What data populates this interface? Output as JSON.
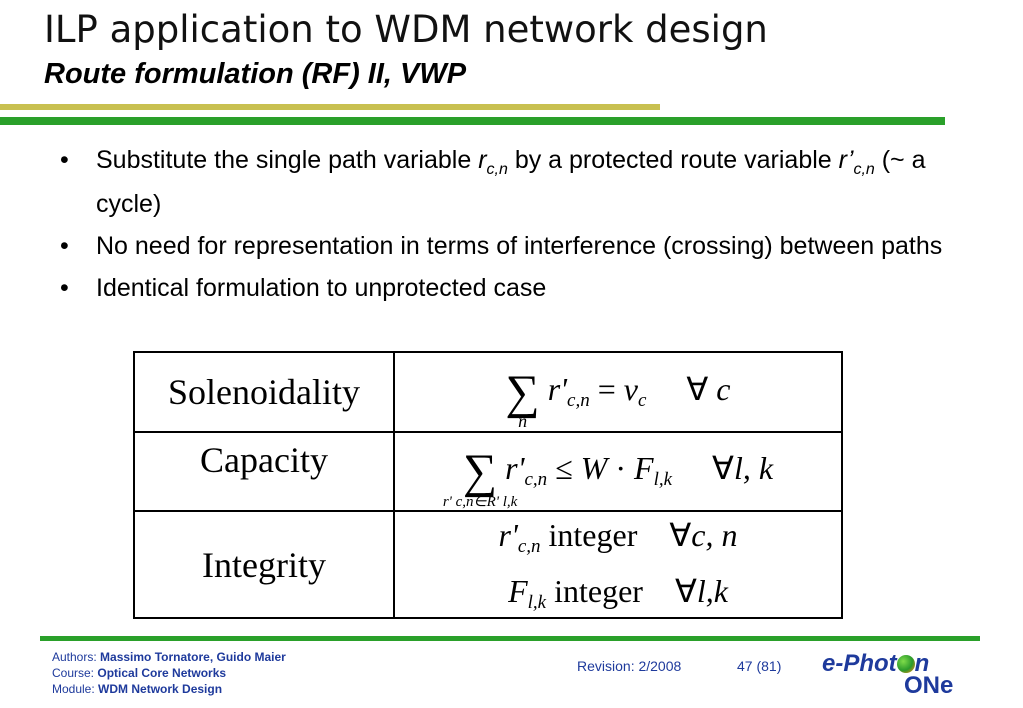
{
  "title": {
    "main": "ILP application to WDM network design",
    "sub": "Route formulation (RF) II, VWP"
  },
  "bullets": [
    {
      "pre": "Substitute the single path variable ",
      "sym1": "r",
      "sym1_sub": "c,n",
      "mid": " by a protected route variable ",
      "sym2": "r’",
      "sym2_sub": "c,n",
      "post": " (~ a cycle)"
    },
    {
      "text": "No need for representation in terms of interference (crossing) between paths"
    },
    {
      "text": "Identical formulation to unprotected case"
    }
  ],
  "table": {
    "rows": [
      {
        "label": "Solenoidality"
      },
      {
        "label": "Capacity"
      },
      {
        "label": "Integrity"
      }
    ],
    "eq1": {
      "sigma": "∑",
      "under": "n",
      "r": "r'",
      "sub": "c,n",
      "rel": "= ",
      "v": "v",
      "v_sub": "c",
      "forall": "∀",
      "quant": "c"
    },
    "eq2": {
      "sigma": "∑",
      "under": "r' c,n∈R' l,k",
      "r": "r'",
      "sub": "c,n",
      "rel": "≤ ",
      "W": "W",
      "dot": "·",
      "F": "F",
      "F_sub": "l,k",
      "forall": "∀",
      "quant": "l, k"
    },
    "eq3a": {
      "r": "r'",
      "sub": "c,n",
      "word": "integer",
      "forall": "∀",
      "quant": "c, n"
    },
    "eq3b": {
      "F": "F",
      "F_sub": "l,k",
      "word": "integer",
      "forall": "∀",
      "quant": "l,k"
    }
  },
  "footer": {
    "authors_label": "Authors: ",
    "authors": "Massimo Tornatore, Guido Maier",
    "course_label": "Course: ",
    "course": "Optical Core Networks",
    "module_label": "Module: ",
    "module": "WDM Network Design",
    "revision": "Revision: 2/2008",
    "page": "47 (81)",
    "logo_line1a": "e-Phot",
    "logo_line1b": "n",
    "logo_line2": "ONe"
  },
  "colors": {
    "accent_green": "#2aa02a",
    "accent_yellow": "#c8c050",
    "footer_blue": "#1e3a9c"
  }
}
